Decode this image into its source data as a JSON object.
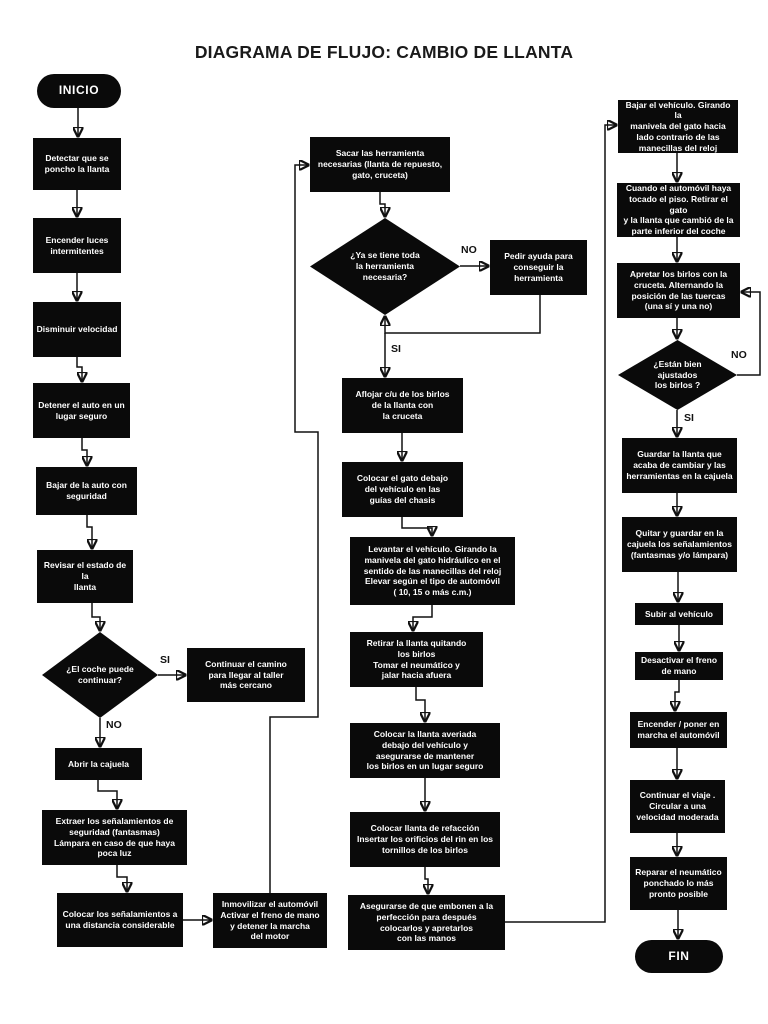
{
  "title": "DIAGRAMA DE FLUJO: CAMBIO DE LLANTA",
  "branch_labels": {
    "yes": "SI",
    "no": "NO"
  },
  "nodes": {
    "inicio": "INICIO",
    "detectar": "Detectar que se\nponcho la llanta",
    "encender_luces": "Encender luces\nintermitentes",
    "disminuir": "Disminuir velocidad",
    "detener": "Detener el auto en un\nlugar seguro",
    "bajar_auto": "Bajar de la auto con\nseguridad",
    "revisar": "Revisar el estado de la\nllanta",
    "abrir_cajuela": "Abrir la cajuela",
    "extraer": "Extraer los señalamientos de\nseguridad (fantasmas)\nLámpara en caso de que haya\npoca luz",
    "colocar_senalamientos": "Colocar los señalamientos a\nuna distancia considerable",
    "continuar_camino": "Continuar el camino\npara llegar al taller\nmás cercano",
    "inmovilizar": "Inmovilizar el automóvil\nActivar el freno de mano\ny detener la marcha\ndel motor",
    "sacar_herramientas": "Sacar las herramienta\nnecesarias (llanta de repuesto,\ngato, cruceta)",
    "pedir_ayuda": "Pedir ayuda para\nconseguir la\nherramienta",
    "aflojar_birlos": "Aflojar c/u de los birlos\nde la llanta con\nla cruceta",
    "colocar_gato": "Colocar el gato debajo\ndel vehículo en las\nguías del chasis",
    "levantar": "Levantar el vehículo. Girando la\nmanivela del gato hidráulico en el\nsentido de las manecillas del reloj\nElevar según el tipo de automóvil\n( 10, 15 o más c.m.)",
    "retirar_llanta": "Retirar la llanta quitando\nlos birlos\nTomar el neumático y\njalar hacia afuera",
    "colocar_averiada": "Colocar la llanta averiada\ndebajo del vehículo y\nasegurarse de mantener\nlos birlos en un lugar seguro",
    "colocar_refaccion": "Colocar llanta de refacción\nInsertar los orificios del rin en los\ntornillos de los birlos",
    "asegurarse": "Asegurarse de que embonen a la\nperfección para después\ncolocarlos y apretarlos\ncon las manos",
    "bajar_vehiculo": "Bajar el vehículo. Girando la\nmanivela del gato hacia\nlado contrario de las\nmanecillas del reloj",
    "retirar_gato": "Cuando el automóvil haya\ntocado el piso. Retirar el gato\ny la llanta que cambió de la\nparte inferior del coche",
    "apretar_birlos": "Apretar los birlos con la\ncruceta. Alternando la\nposición de las tuercas\n(una sí y una no)",
    "guardar_llanta": "Guardar la llanta que\nacaba de cambiar y las\nherramientas en la cajuela",
    "quitar_guardar": "Quitar y guardar en la\ncajuela los señalamientos\n(fantasmas y/o lámpara)",
    "subir": "Subir al vehículo",
    "desactivar_freno": "Desactivar el freno\nde mano",
    "encender_marcha": "Encender / poner en\nmarcha el automóvil",
    "continuar_viaje": "Continuar el viaje .\nCircular a una\nvelocidad moderada",
    "reparar": "Reparar el neumático\nponchado lo más\npronto posible",
    "fin": "FIN"
  },
  "decisions": {
    "coche_continuar": "¿El coche puede\ncontinuar?",
    "herramienta_completa": "¿Ya se tiene toda\nla herramienta\nnecesaria?",
    "birlos_ajustados": "¿Están bien\najustados\nlos birlos ?"
  },
  "colors": {
    "node_fill": "#0a0a0a",
    "node_text": "#ffffff",
    "line": "#111111",
    "background": "#ffffff"
  }
}
